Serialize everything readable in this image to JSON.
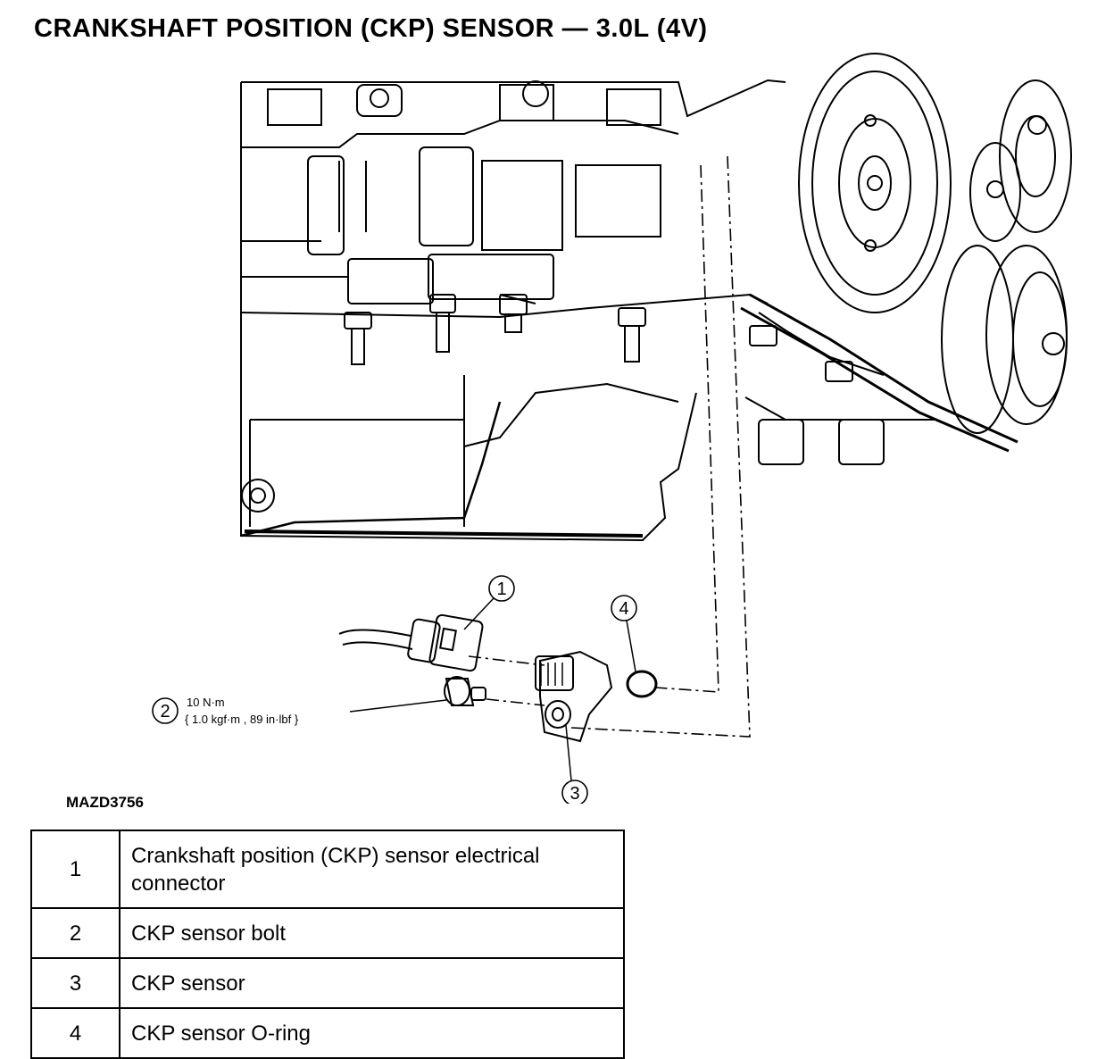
{
  "title": "CRANKSHAFT POSITION (CKP) SENSOR — 3.0L (4V)",
  "figure_id": "MAZD3756",
  "callouts": [
    "1",
    "2",
    "3",
    "4"
  ],
  "torque": {
    "line1": "10 N·m",
    "line2": "{ 1.0 kgf·m , 89 in·lbf }"
  },
  "legend": [
    {
      "number": "1",
      "description": "Crankshaft position (CKP) sensor electrical connector"
    },
    {
      "number": "2",
      "description": "CKP sensor bolt"
    },
    {
      "number": "3",
      "description": "CKP sensor"
    },
    {
      "number": "4",
      "description": "CKP sensor O-ring"
    }
  ]
}
